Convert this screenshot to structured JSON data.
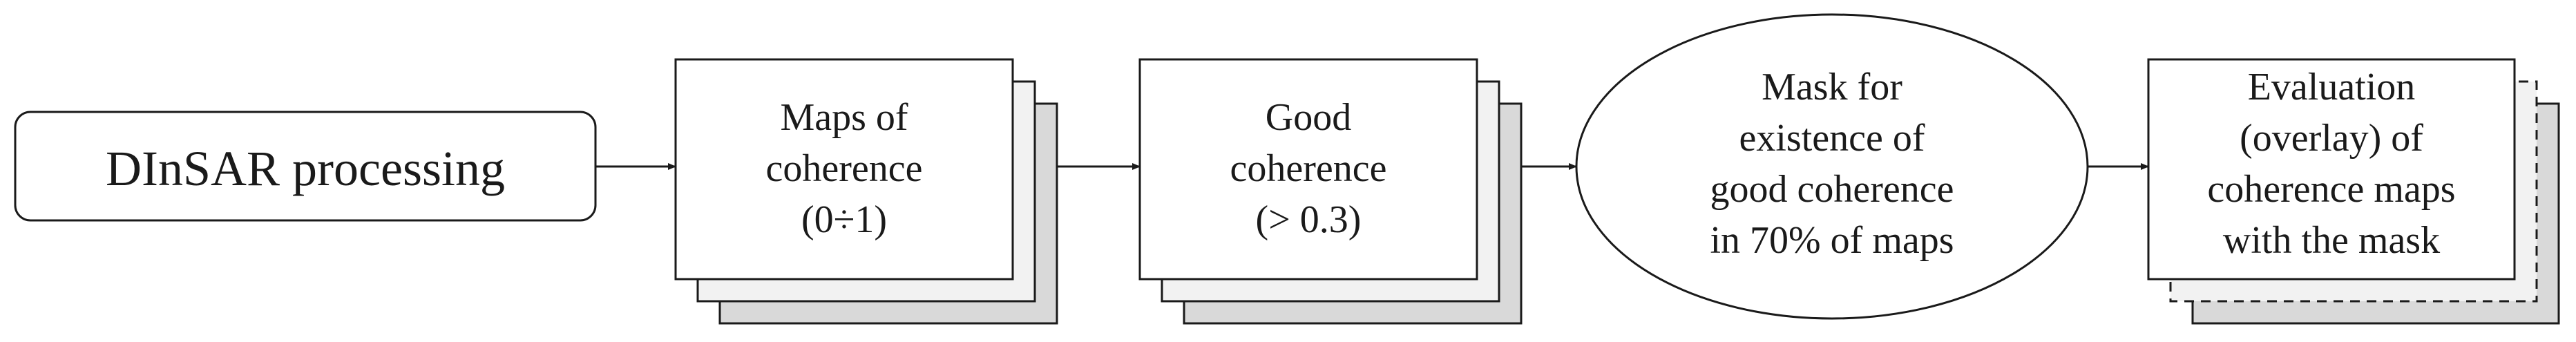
{
  "nodes": {
    "dinsar": {
      "lines": [
        "DInSAR processing"
      ]
    },
    "coherence_maps": {
      "lines": [
        "Maps of",
        "coherence",
        "(0÷1)"
      ]
    },
    "good_coherence": {
      "lines": [
        "Good",
        "coherence",
        "(> 0.3)"
      ]
    },
    "mask": {
      "lines": [
        "Mask for",
        "existence of",
        "good coherence",
        "in 70% of maps"
      ]
    },
    "evaluation": {
      "lines": [
        "Evaluation",
        "(overlay) of",
        "coherence maps",
        "with the mask"
      ]
    }
  },
  "colors": {
    "stroke": "#1a1a1a",
    "front": "#ffffff",
    "middle": "#f2f2f2",
    "back": "#d9d9d9"
  }
}
